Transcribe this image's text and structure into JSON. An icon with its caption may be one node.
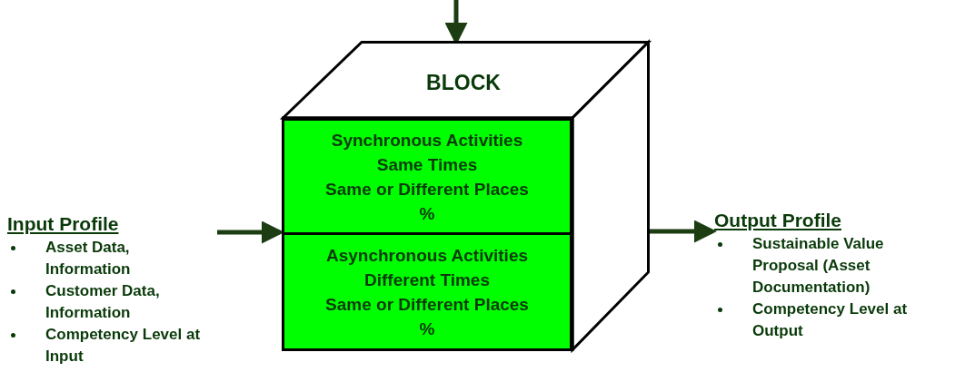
{
  "diagram": {
    "nodes": [
      {
        "text": [
          "BLOCK"
        ]
      },
      {
        "text": [
          "Synchronous Activities",
          "Same Times",
          "Same or Different Places",
          "%"
        ],
        "in": 0
      },
      {
        "text": [
          "Asynchronous Activities",
          "Different Times",
          "Same or Different Places",
          "%"
        ],
        "in": 0
      },
      {
        "text": [
          "Input Profile",
          "Asset Data, Information",
          "Customer Data, Information",
          "Competency Level at Input"
        ]
      },
      {
        "text": [
          "Output Profile",
          "Sustainable Value Proposal (Asset Documentation)",
          "Competency Level at Output"
        ]
      }
    ],
    "edges": [
      {
        "from": null,
        "to": 0,
        "arrow": "to"
      },
      {
        "from": 3,
        "to": 0,
        "arrow": "to"
      },
      {
        "from": 0,
        "to": 4,
        "arrow": "to"
      }
    ]
  }
}
